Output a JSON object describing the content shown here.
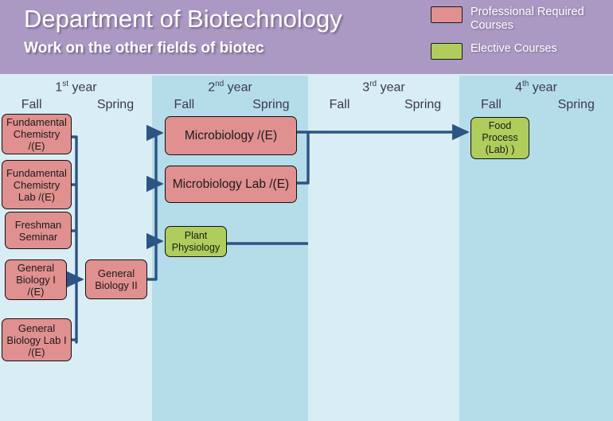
{
  "header": {
    "title": "Department of Biotechnology",
    "subtitle": "Work on the other fields of biotec",
    "legend": [
      {
        "label": "Professional Required Courses",
        "color": "#e0908f",
        "icon": "legend-swatch-required"
      },
      {
        "label": "Elective Courses",
        "color": "#aecd5a",
        "icon": "legend-swatch-elective"
      }
    ]
  },
  "years": [
    {
      "ordinal": "1",
      "suffix": "st",
      "word": "year",
      "fall": "Fall",
      "spring": "Spring"
    },
    {
      "ordinal": "2",
      "suffix": "nd",
      "word": "year",
      "fall": "Fall",
      "spring": "Spring"
    },
    {
      "ordinal": "3",
      "suffix": "rd",
      "word": "year",
      "fall": "Fall",
      "spring": "Spring"
    },
    {
      "ordinal": "4",
      "suffix": "th",
      "word": "year",
      "fall": "Fall",
      "spring": "Spring"
    }
  ],
  "courses": {
    "fundamental_chemistry": "Fundamental Chemistry /(E)",
    "fundamental_chemistry_lab": "Fundamental Chemistry Lab /(E)",
    "freshman_seminar": "Freshman Seminar",
    "general_biology_1": "General Biology I /(E)",
    "general_biology_lab_1": "General Biology Lab I /(E)",
    "general_biology_2": "General Biology II",
    "microbiology": "Microbiology /(E)",
    "microbiology_lab": "Microbiology Lab /(E)",
    "plant_physiology": "Plant Physiology",
    "food_process": "Food Process (Lab) )"
  },
  "colors": {
    "header_background": "#ab99c4",
    "band_light": "#d9edf4",
    "band_dark": "#b5dde9",
    "required_course": "#e0908f",
    "elective_course": "#aecd5a",
    "connector": "#2c5484",
    "box_border": "#111111"
  }
}
